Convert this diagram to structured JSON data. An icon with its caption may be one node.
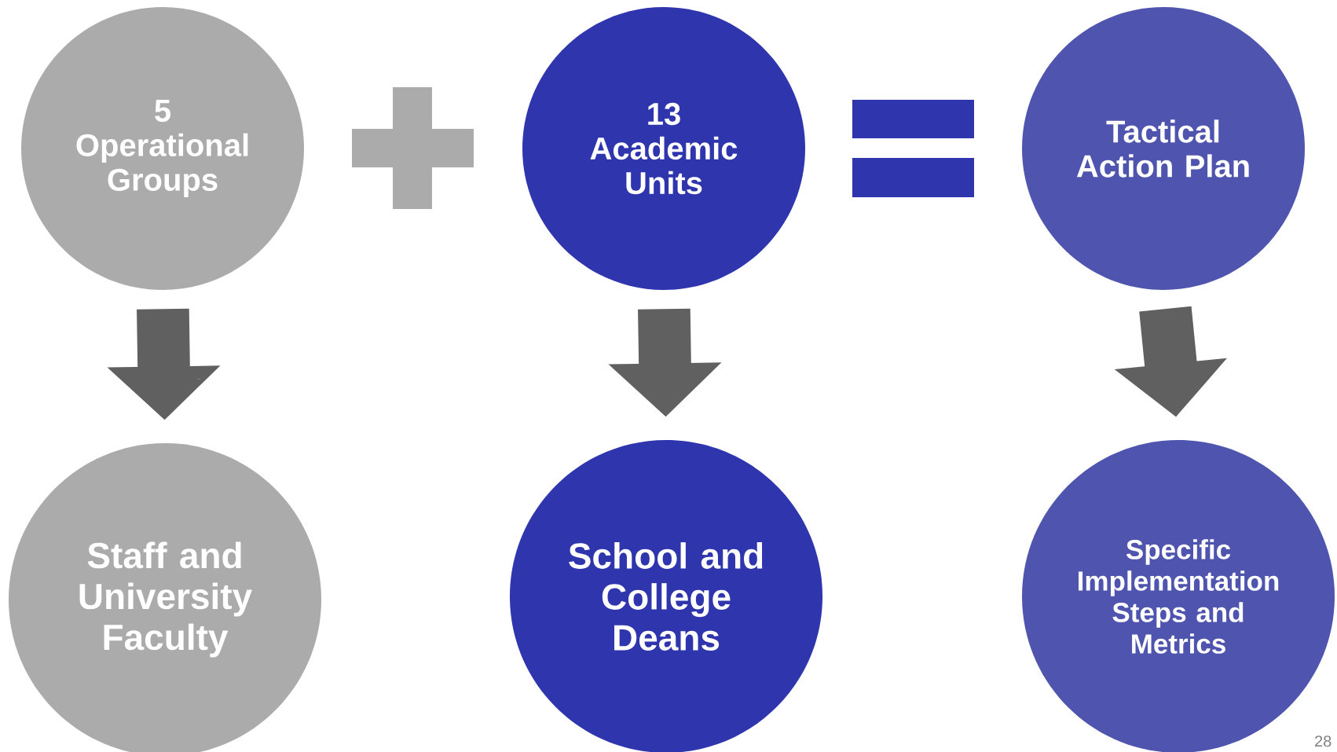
{
  "diagram": {
    "nodes": [
      {
        "text": [
          "5 Operational Groups"
        ]
      },
      {
        "text": [
          "13 Academic Units"
        ]
      },
      {
        "text": [
          "Tactical Action Plan"
        ]
      },
      {
        "text": [
          "Staff and University Faculty"
        ]
      },
      {
        "text": [
          "School and College Deans"
        ]
      },
      {
        "text": [
          "Specific Implementation Steps and Metrics"
        ]
      }
    ],
    "edges": [
      {
        "from": 0,
        "to": 3,
        "arrow": "to"
      },
      {
        "from": 1,
        "to": 4,
        "arrow": "to"
      },
      {
        "from": 2,
        "to": 5,
        "arrow": "to"
      }
    ],
    "labels": [
      "28"
    ]
  }
}
